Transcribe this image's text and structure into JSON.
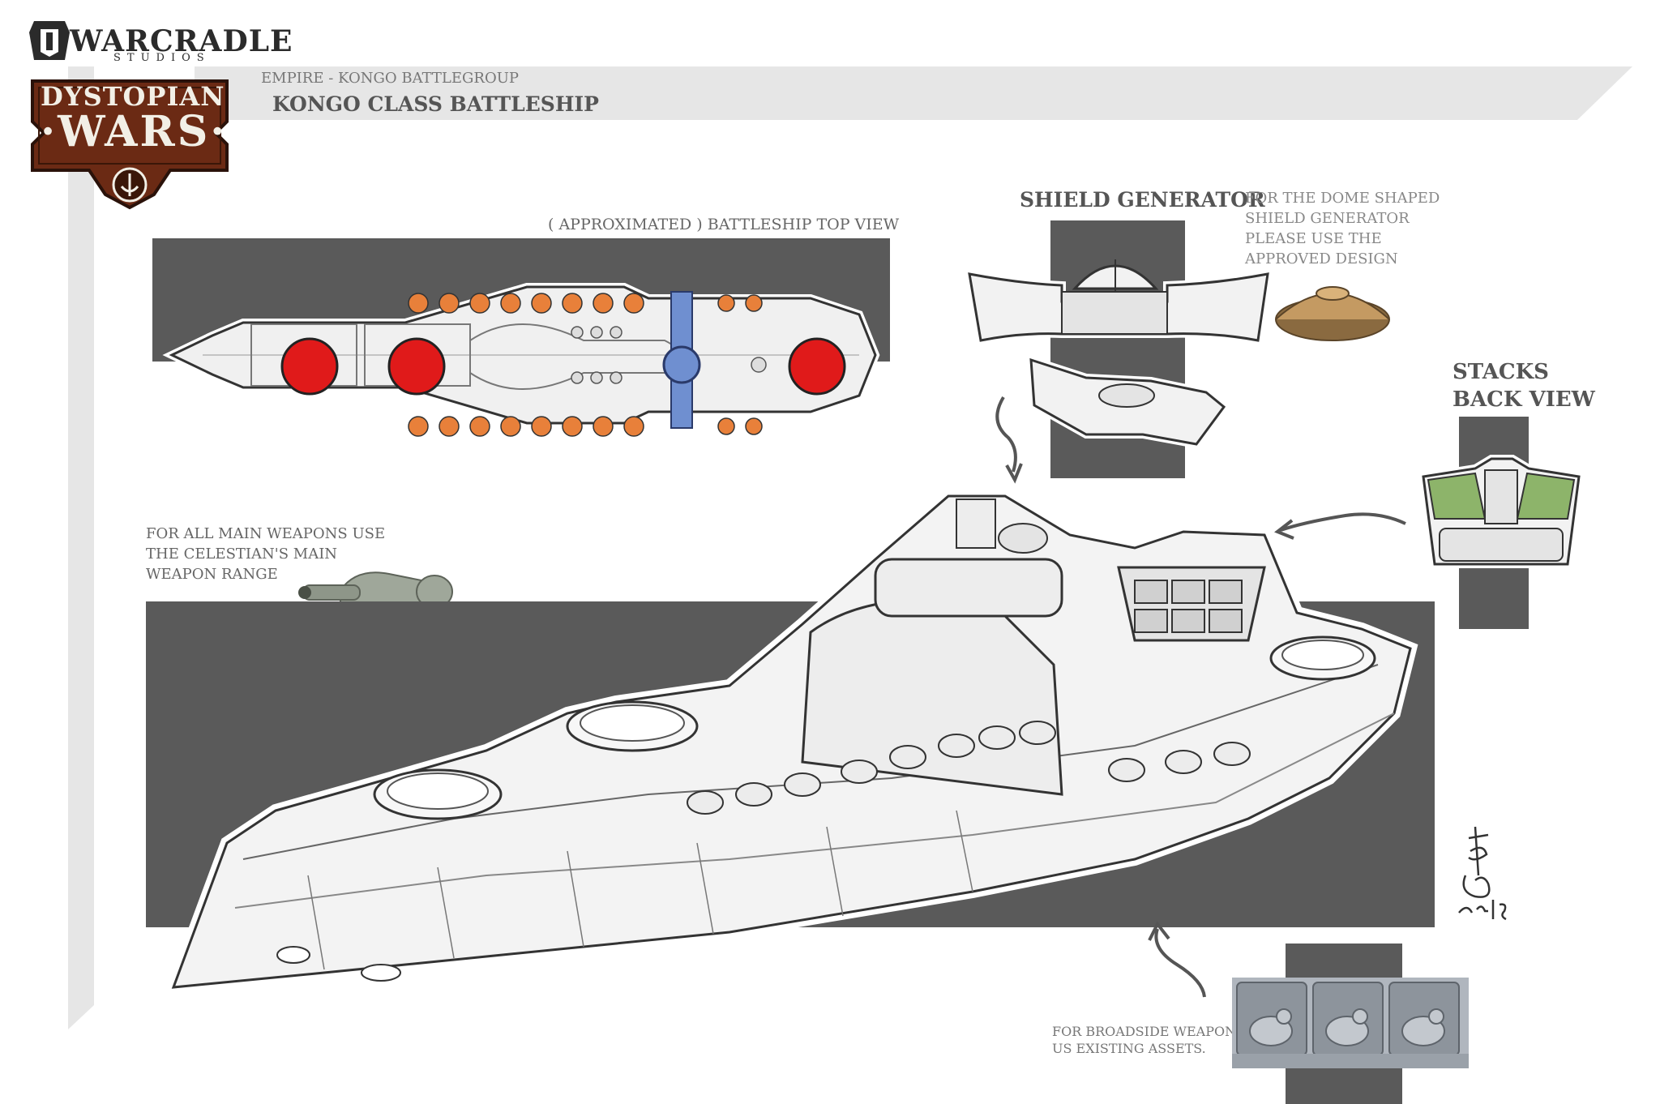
{
  "logos": {
    "warcradle": {
      "name": "WARCRADLE",
      "sub": "STUDIOS"
    },
    "dystopian_wars": {
      "line1": "DYSTOPIAN",
      "line2": "·WARS·"
    }
  },
  "header": {
    "faction": "EMPIRE - KONGO BATTLEGROUP",
    "ship": "KONGO CLASS BATTLESHIP"
  },
  "labels": {
    "top_view": "( APPROXIMATED ) BATTLESHIP TOP VIEW",
    "shield_title": "SHIELD GENERATOR",
    "shield_note": "FOR THE DOME SHAPED SHIELD GENERATOR PLEASE USE THE APPROVED DESIGN",
    "stacks_title": "STACKS BACK VIEW",
    "main_weapon_note": "FOR ALL MAIN WEAPONS USE THE CELESTIAN'S MAIN WEAPON RANGE",
    "broadside_note": "FOR BROADSIDE WEAPONS US EXISTING ASSETS."
  },
  "colors": {
    "panel_gray": "#5a5a5a",
    "band_gray": "#e6e6e6",
    "turret_red": "#e01a1a",
    "gun_orange": "#e8803a",
    "shield_blue": "#6f8fd0",
    "stack_green": "#8db46a",
    "logo_brown": "#6b2a14"
  }
}
